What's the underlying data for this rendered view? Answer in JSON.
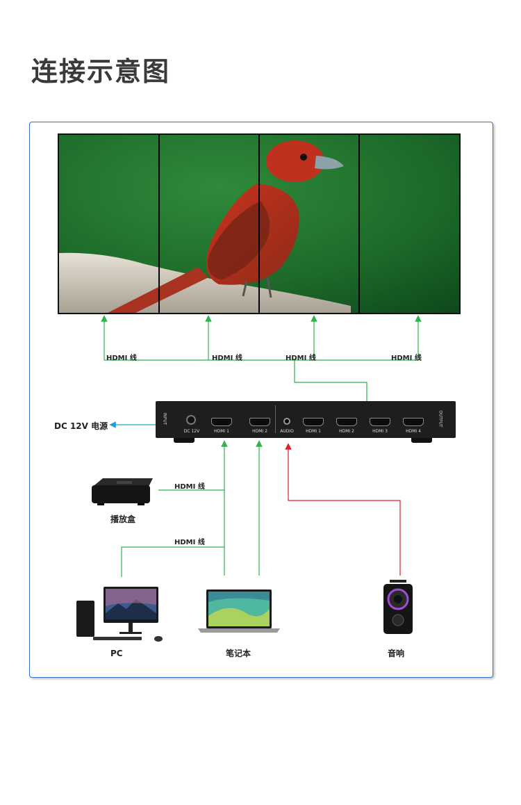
{
  "title": "连接示意图",
  "wall_labels": [
    "HDMI 线",
    "HDMI 线",
    "HDMI 线",
    "HDMI 线"
  ],
  "power_label": "DC 12V 电源",
  "device": {
    "input_side": "INPUT",
    "output_side": "OUTPUT",
    "dc_label": "DC 12V",
    "in1": "HDMI 1",
    "in2": "HDMI 2",
    "audio": "AUDIO",
    "out1": "HDMI 1",
    "out2": "HDMI 2",
    "out3": "HDMI 3",
    "out4": "HDMI 4"
  },
  "box_cable": "HDMI 线",
  "pc_cable": "HDMI 线",
  "sources": {
    "box": "播放盒",
    "pc": "PC",
    "laptop": "笔记本",
    "speaker": "音响"
  },
  "colors": {
    "hdmi_line": "#2fb34c",
    "power_line": "#1aa0dc",
    "audio_line": "#e0202a",
    "frame": "#2d72c4"
  }
}
